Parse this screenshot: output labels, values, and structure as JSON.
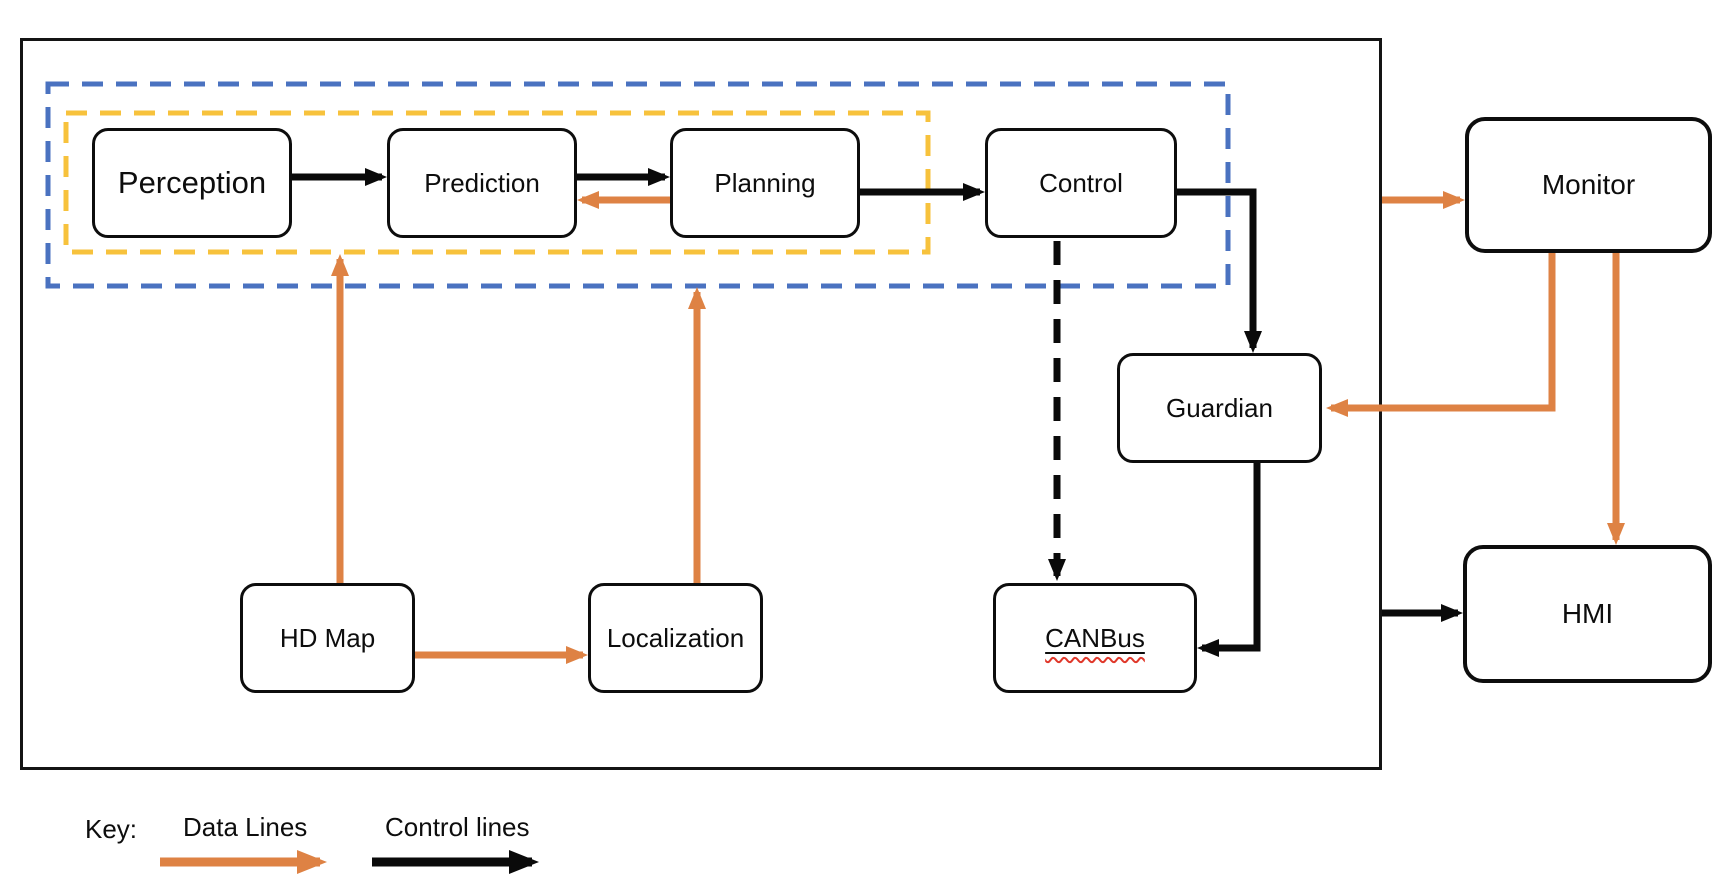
{
  "diagram": {
    "nodes": {
      "perception": {
        "label": "Perception"
      },
      "prediction": {
        "label": "Prediction"
      },
      "planning": {
        "label": "Planning"
      },
      "control": {
        "label": "Control"
      },
      "hd_map": {
        "label": "HD Map"
      },
      "localization": {
        "label": "Localization"
      },
      "canbus": {
        "label": "CANBus",
        "decoration": "black-underline-with-red-spellcheck-squiggle"
      },
      "guardian": {
        "label": "Guardian"
      },
      "monitor": {
        "label": "Monitor"
      },
      "hmi": {
        "label": "HMI"
      }
    },
    "edges": [
      {
        "from": "perception",
        "to": "prediction",
        "type": "control"
      },
      {
        "from": "prediction",
        "to": "planning",
        "type": "control"
      },
      {
        "from": "planning",
        "to": "prediction",
        "type": "data"
      },
      {
        "from": "planning",
        "to": "control",
        "type": "control"
      },
      {
        "from": "control",
        "to": "guardian",
        "type": "control"
      },
      {
        "from": "control",
        "to": "canbus",
        "type": "control-dashed"
      },
      {
        "from": "guardian",
        "to": "canbus",
        "type": "control"
      },
      {
        "from": "hd_map",
        "to": "pipeline-group",
        "type": "data"
      },
      {
        "from": "hd_map",
        "to": "localization",
        "type": "data"
      },
      {
        "from": "localization",
        "to": "pipeline-group",
        "type": "data"
      },
      {
        "from": "vehicle-system",
        "to": "monitor",
        "type": "data"
      },
      {
        "from": "monitor",
        "to": "guardian",
        "type": "data"
      },
      {
        "from": "monitor",
        "to": "hmi",
        "type": "data"
      },
      {
        "from": "vehicle-system",
        "to": "hmi",
        "type": "control"
      }
    ],
    "key": {
      "title": "Key:",
      "data_lines_label": "Data Lines",
      "control_lines_label": "Control lines"
    },
    "colors": {
      "data_line_orange": "#DE8244",
      "control_line_black": "#0a0a0a",
      "group_outline_blue": "#4A72C0",
      "group_outline_yellow": "#F7C23C",
      "spellcheck_red": "#E0382B"
    }
  }
}
